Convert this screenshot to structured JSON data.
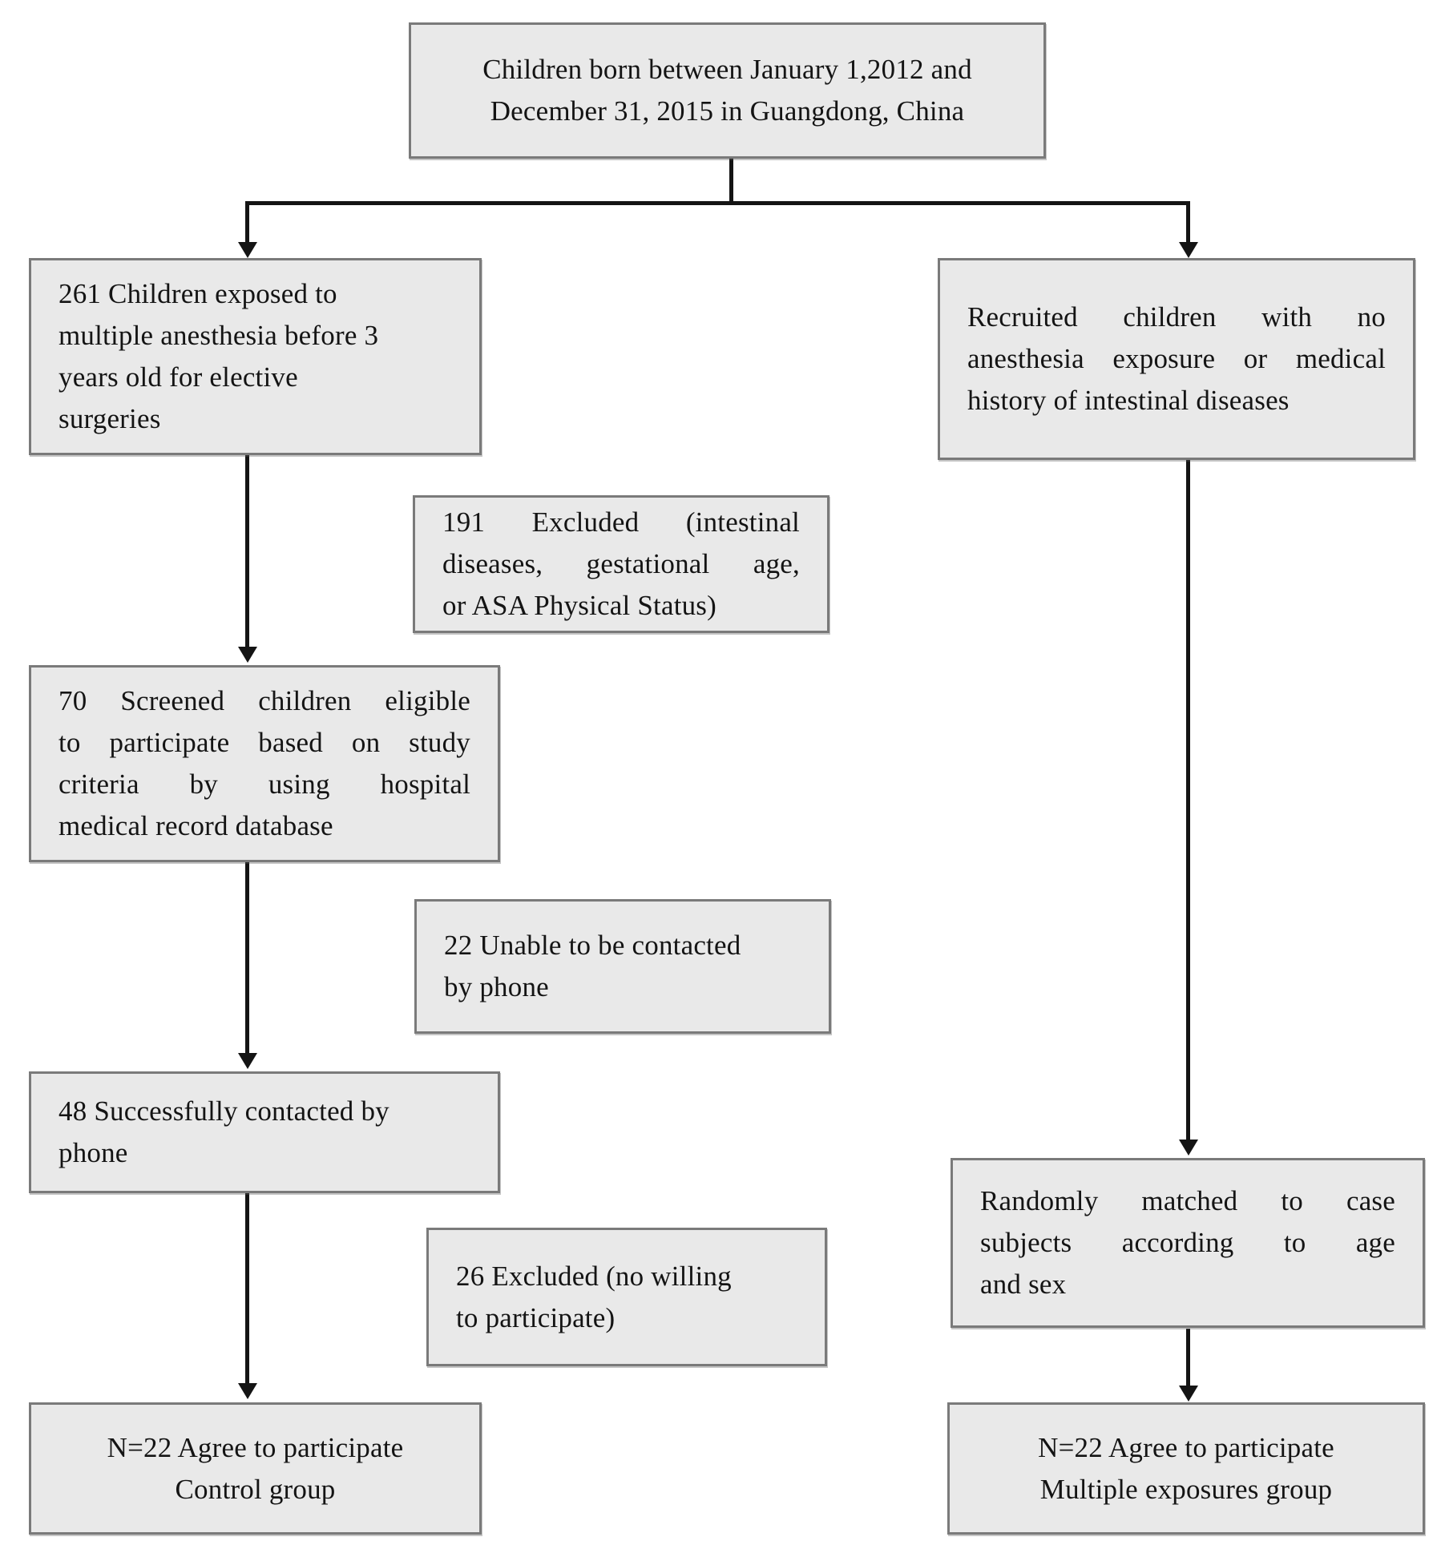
{
  "colors": {
    "background": "#ffffff",
    "box_fill": "#e9e9e9",
    "box_border": "#7a7a7a",
    "arrow": "#141414",
    "text": "#141414"
  },
  "nodes": [
    {
      "id": "population",
      "align": "center",
      "lines": [
        "Children born between January 1,2012 and",
        "December 31, 2015 in Guangdong, China"
      ]
    },
    {
      "id": "exposed-261",
      "align": "left",
      "lines": [
        "261 Children exposed to",
        "multiple anesthesia before 3",
        "years old for elective",
        "surgeries"
      ]
    },
    {
      "id": "excluded-191",
      "align": "justify",
      "lines": [
        "191 Excluded (intestinal",
        "diseases, gestational age,",
        "or ASA Physical Status)"
      ]
    },
    {
      "id": "screened-70",
      "align": "justify",
      "lines": [
        "70 Screened children eligible",
        "to participate based on study",
        "criteria by using hospital",
        "medical record database"
      ]
    },
    {
      "id": "unable-22",
      "align": "left",
      "lines": [
        "22 Unable to be contacted",
        "by phone"
      ]
    },
    {
      "id": "contacted-48",
      "align": "left",
      "lines": [
        "48 Successfully contacted by",
        "phone"
      ]
    },
    {
      "id": "excluded-26",
      "align": "left",
      "lines": [
        "26 Excluded (no willing",
        "to participate)"
      ]
    },
    {
      "id": "control-group",
      "align": "center",
      "lines": [
        "N=22 Agree to participate",
        "Control group"
      ]
    },
    {
      "id": "recruited",
      "align": "justify",
      "lines": [
        "Recruited children with no",
        "anesthesia exposure or medical",
        "history of intestinal diseases"
      ]
    },
    {
      "id": "matched",
      "align": "justify",
      "lines": [
        "Randomly matched to case",
        "subjects according to age",
        "and sex"
      ]
    },
    {
      "id": "multiple-exposures-group",
      "align": "center",
      "lines": [
        "N=22 Agree to participate",
        "Multiple exposures group"
      ]
    }
  ],
  "edges": [
    {
      "from": "population",
      "to": "exposed-261"
    },
    {
      "from": "population",
      "to": "recruited"
    },
    {
      "from": "exposed-261",
      "to": "screened-70"
    },
    {
      "from": "screened-70",
      "to": "contacted-48"
    },
    {
      "from": "contacted-48",
      "to": "control-group"
    },
    {
      "from": "recruited",
      "to": "matched"
    },
    {
      "from": "matched",
      "to": "multiple-exposures-group"
    }
  ]
}
